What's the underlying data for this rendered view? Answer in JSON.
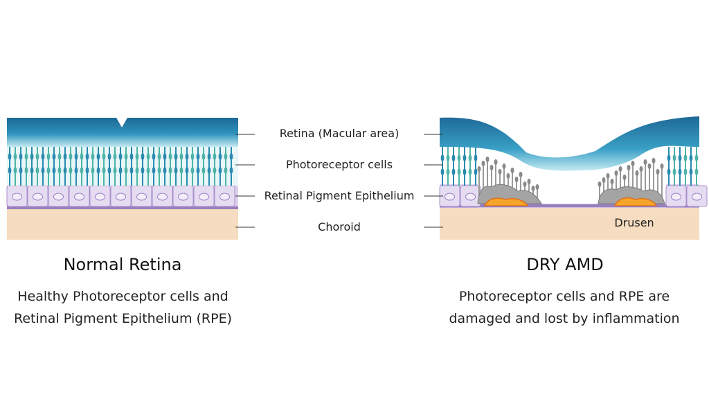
{
  "labels": {
    "retina": "Retina (Macular area)",
    "photoreceptor": "Photoreceptor cells",
    "rpe": "Retinal Pigment Epithelium",
    "choroid": "Choroid",
    "drusen": "Drusen"
  },
  "left": {
    "title": "Normal Retina",
    "desc_line1": "Healthy Photoreceptor cells and",
    "desc_line2": "Retinal Pigment Epithelium (RPE)"
  },
  "right": {
    "title": "DRY AMD",
    "desc_line1": "Photoreceptor cells and RPE are",
    "desc_line2": "damaged and lost by inflammation"
  },
  "colors": {
    "retina_dark": "#1f6f9c",
    "retina_light": "#bfe6ef",
    "photoreceptor": "#2a8ab0",
    "rpe": "#d8cbe8",
    "rpe_line": "#9a7fbf",
    "choroid": "#f6dcc0",
    "drusen": "#f4a52a",
    "damaged_cells": "#8a8a8a"
  }
}
